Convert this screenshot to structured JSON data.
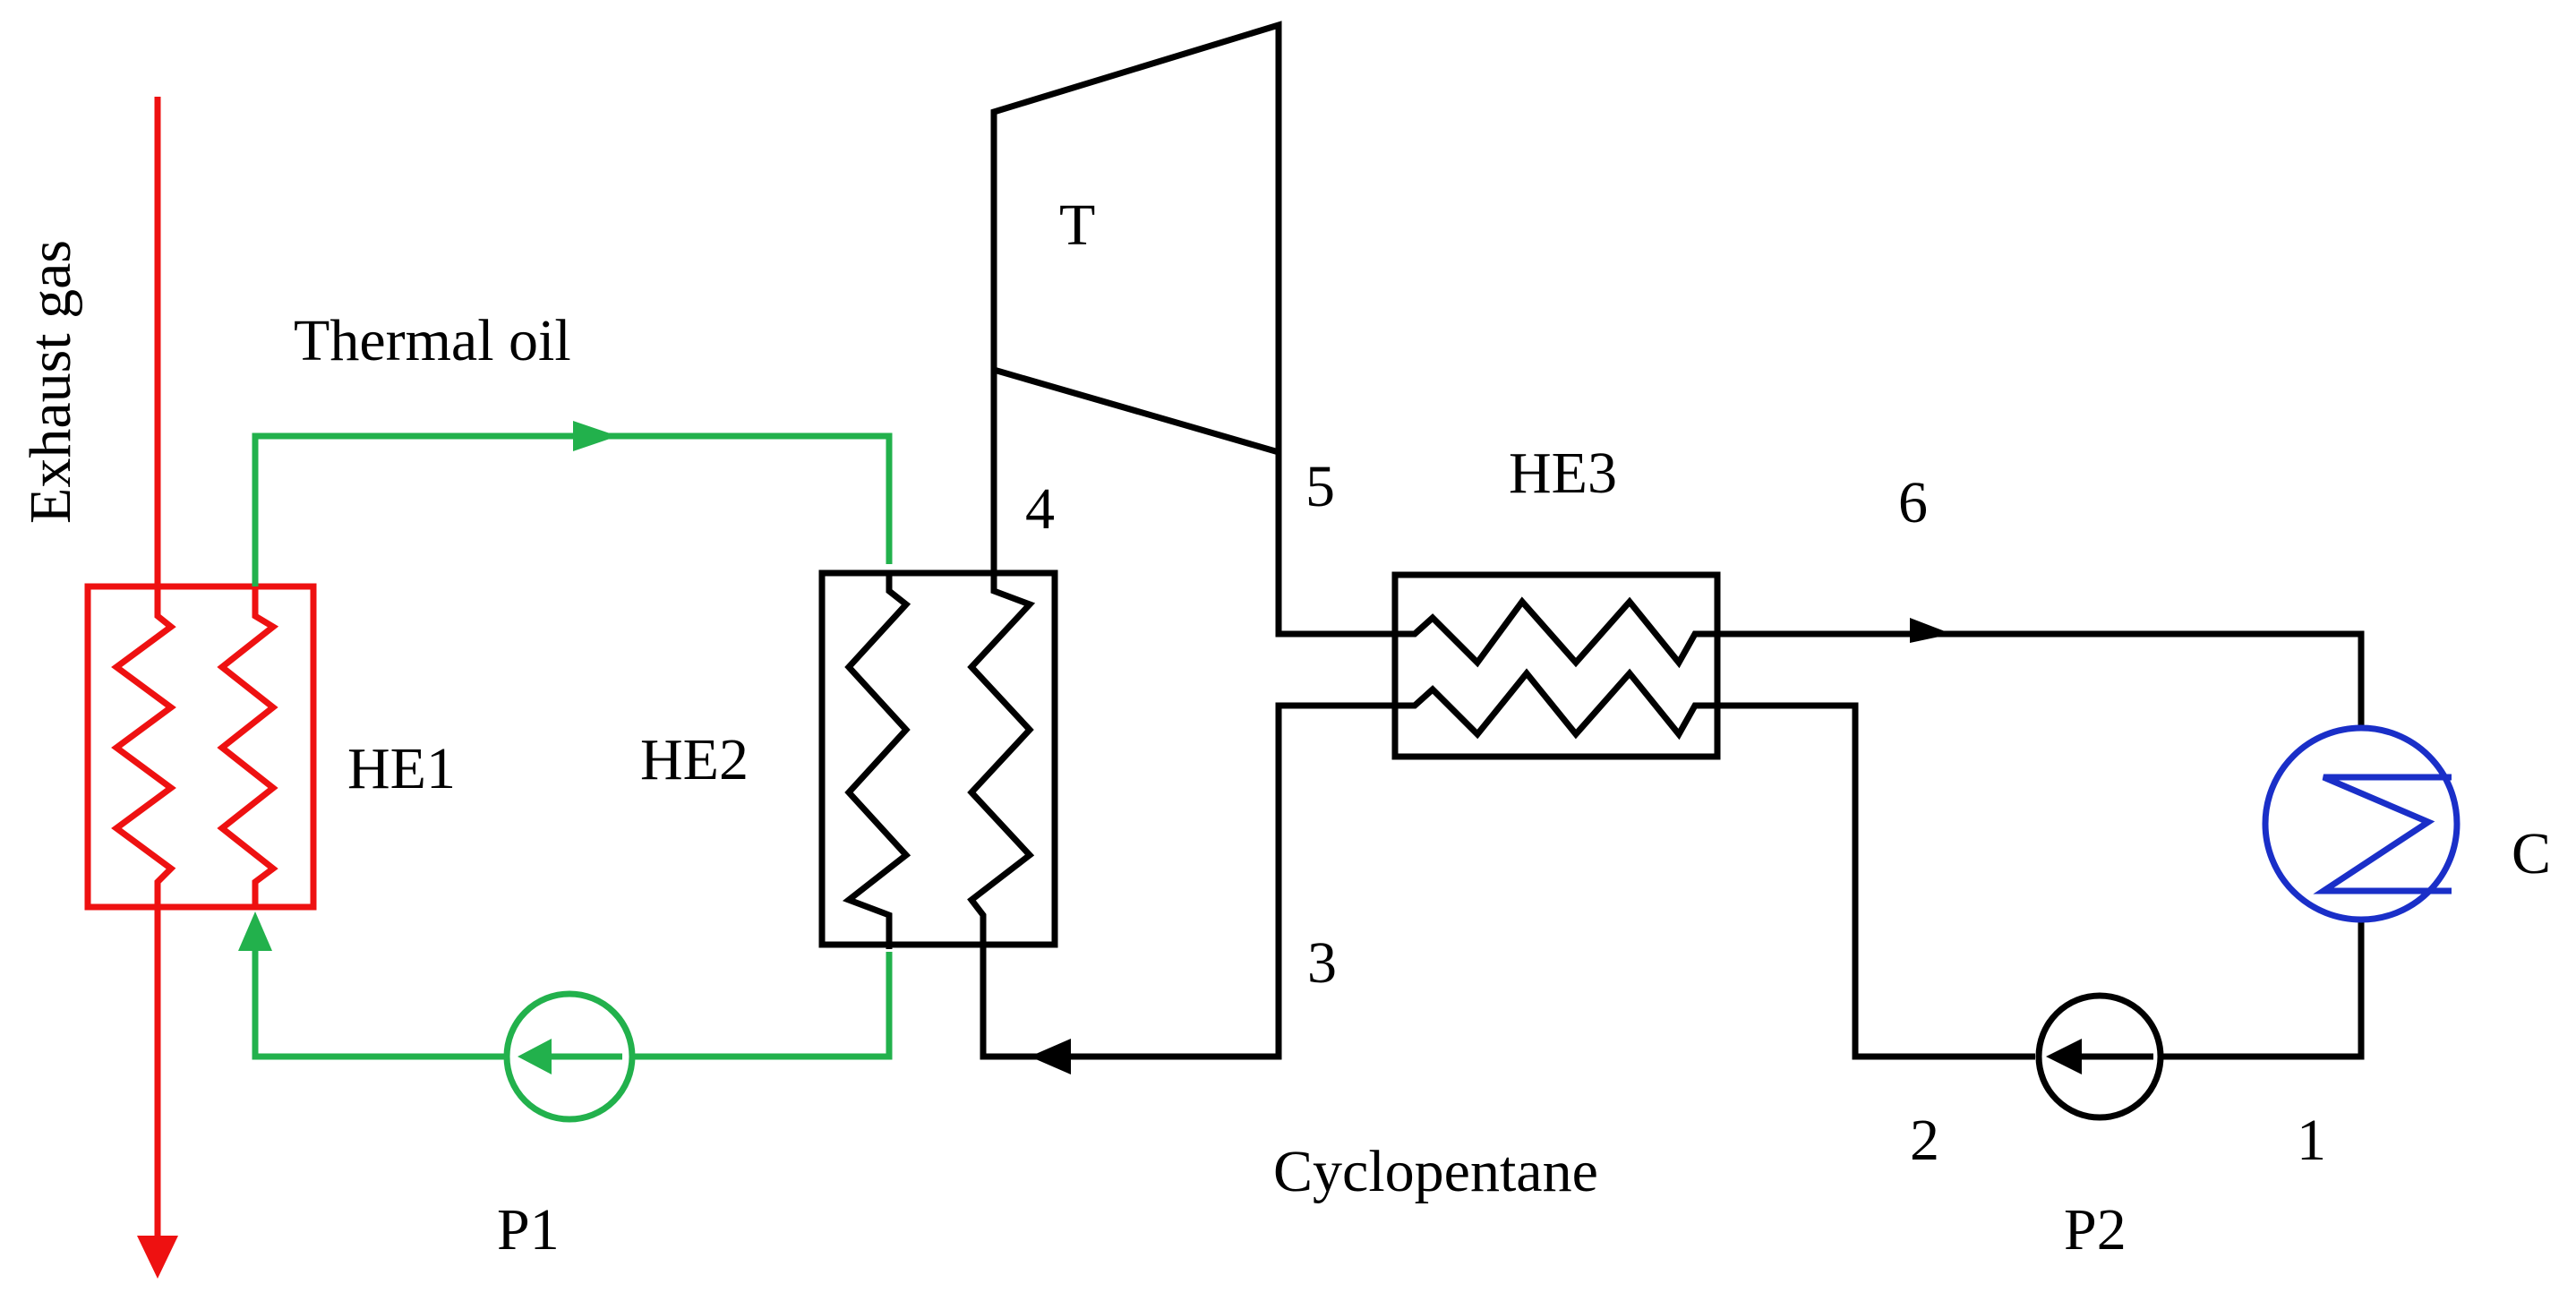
{
  "labels": {
    "exhaust_gas": "Exhaust gas",
    "thermal_oil": "Thermal oil",
    "he1": "HE1",
    "he2": "HE2",
    "he3": "HE3",
    "turbine": "T",
    "condenser": "C",
    "pump1": "P1",
    "pump2": "P2",
    "working_fluid": "Cyclopentane",
    "state1": "1",
    "state2": "2",
    "state3": "3",
    "state4": "4",
    "state5": "5",
    "state6": "6"
  },
  "colors": {
    "exhaust_gas": "#ee1111",
    "thermal_oil": "#22b14c",
    "cyclopentane": "#000000",
    "condenser": "#1a2fc8"
  }
}
